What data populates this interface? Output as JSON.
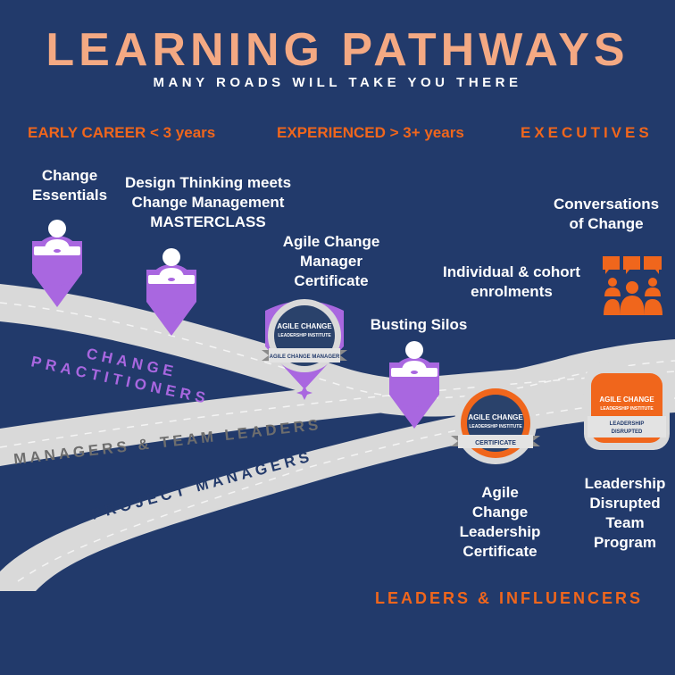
{
  "header": {
    "title": "LEARNING PATHWAYS",
    "subtitle": "MANY ROADS WILL TAKE YOU THERE"
  },
  "categories": {
    "early_career": "EARLY CAREER < 3 years",
    "experienced": "EXPERIENCED > 3+ years",
    "executives": "EXECUTIVES"
  },
  "courses": {
    "change_essentials": [
      "Change",
      "Essentials"
    ],
    "design_thinking": [
      "Design Thinking meets",
      "Change Management",
      "MASTERCLASS"
    ],
    "agile_change_manager": [
      "Agile Change",
      "Manager",
      "Certificate"
    ],
    "busting_silos": [
      "Busting Silos"
    ],
    "conversations_of_change": [
      "Conversations",
      "of Change"
    ],
    "individual_cohort": [
      "Individual & cohort",
      "enrolments"
    ],
    "agile_change_leadership": [
      "Agile",
      "Change",
      "Leadership",
      "Certificate"
    ],
    "leadership_disrupted": [
      "Leadership",
      "Disrupted",
      "Team",
      "Program"
    ]
  },
  "roads": {
    "change_practitioners": [
      "CHANGE",
      "PRACTITIONERS"
    ],
    "managers": "MANAGERS & TEAM LEADERS",
    "project_managers": "PROJECT MANAGERS"
  },
  "badges": {
    "manager": {
      "line1": "AGILE CHANGE",
      "line2": "LEADERSHIP INSTITUTE",
      "ribbon": "AGILE CHANGE MANAGER"
    },
    "certificate": {
      "line1": "AGILE CHANGE",
      "line2": "LEADERSHIP INSTITUTE",
      "ribbon": "CERTIFICATE"
    },
    "disrupted": {
      "line1": "AGILE CHANGE",
      "line2": "LEADERSHIP INSTITUTE",
      "ribbon1": "LEADERSHIP",
      "ribbon2": "DISRUPTED"
    }
  },
  "footer": "LEADERS & INFLUENCERS",
  "colors": {
    "background": "#223a6b",
    "title": "#f4a983",
    "accent_orange": "#f0661c",
    "purple": "#a967e0",
    "road": "#d9d9d9",
    "road_label_grey": "#6d6d6d",
    "road_label_navy": "#233a6b"
  },
  "icons": [
    "learner-laptop-icon",
    "location-pin-icon",
    "group-chat-icon",
    "badge-icon"
  ]
}
